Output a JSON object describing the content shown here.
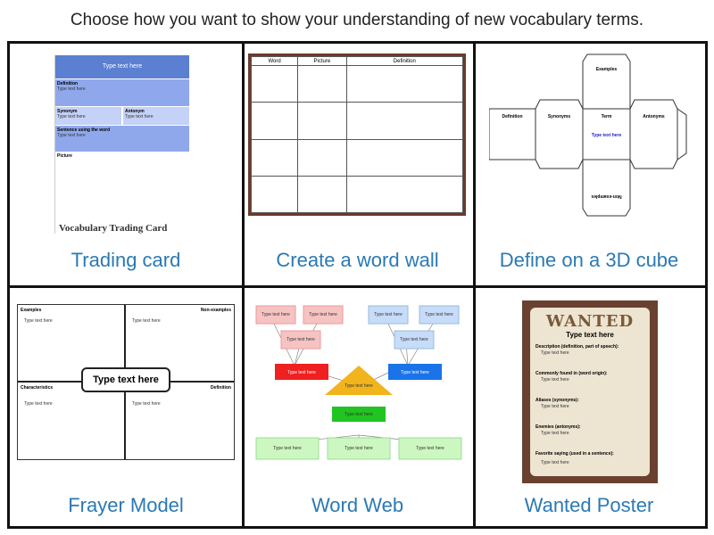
{
  "title": "Choose how you want to show your understanding of new vocabulary terms.",
  "options": [
    {
      "label": "Trading card",
      "thumb": {
        "header": "Type text here",
        "definition": "Definition",
        "synonym": "Synonym",
        "antonym": "Antonym",
        "sentence": "Sentence using the word",
        "picture": "Picture",
        "placeholder": "Type text here",
        "caption": "Vocabulary Trading Card"
      }
    },
    {
      "label": "Create a word wall",
      "thumb": {
        "columns": [
          "Word",
          "Picture",
          "Definition"
        ]
      }
    },
    {
      "label": "Define on a 3D cube",
      "thumb": {
        "faces": [
          "Examples",
          "Definition",
          "Synonyms",
          "Term",
          "Antonyms",
          "Non-examples"
        ],
        "placeholder": "Type text here"
      }
    },
    {
      "label": "Frayer Model",
      "thumb": {
        "quadrants": [
          "Examples",
          "Non-examples",
          "Characteristics",
          "Definition"
        ],
        "center": "Type text here",
        "placeholder": "Type text here"
      }
    },
    {
      "label": "Word Web",
      "thumb": {
        "placeholder": "Type text here"
      }
    },
    {
      "label": "Wanted Poster",
      "thumb": {
        "heading": "WANTED",
        "name": "Type text here",
        "fields": [
          "Description (definition, part of speech):",
          "Commonly found in (word origin):",
          "Aliases (synonyms):",
          "Enemies (antonyms):",
          "Favorite saying (used in a sentence):"
        ],
        "placeholder": "Type text here"
      }
    }
  ],
  "colors": {
    "label": "#2b79b4",
    "border": "#111111"
  }
}
